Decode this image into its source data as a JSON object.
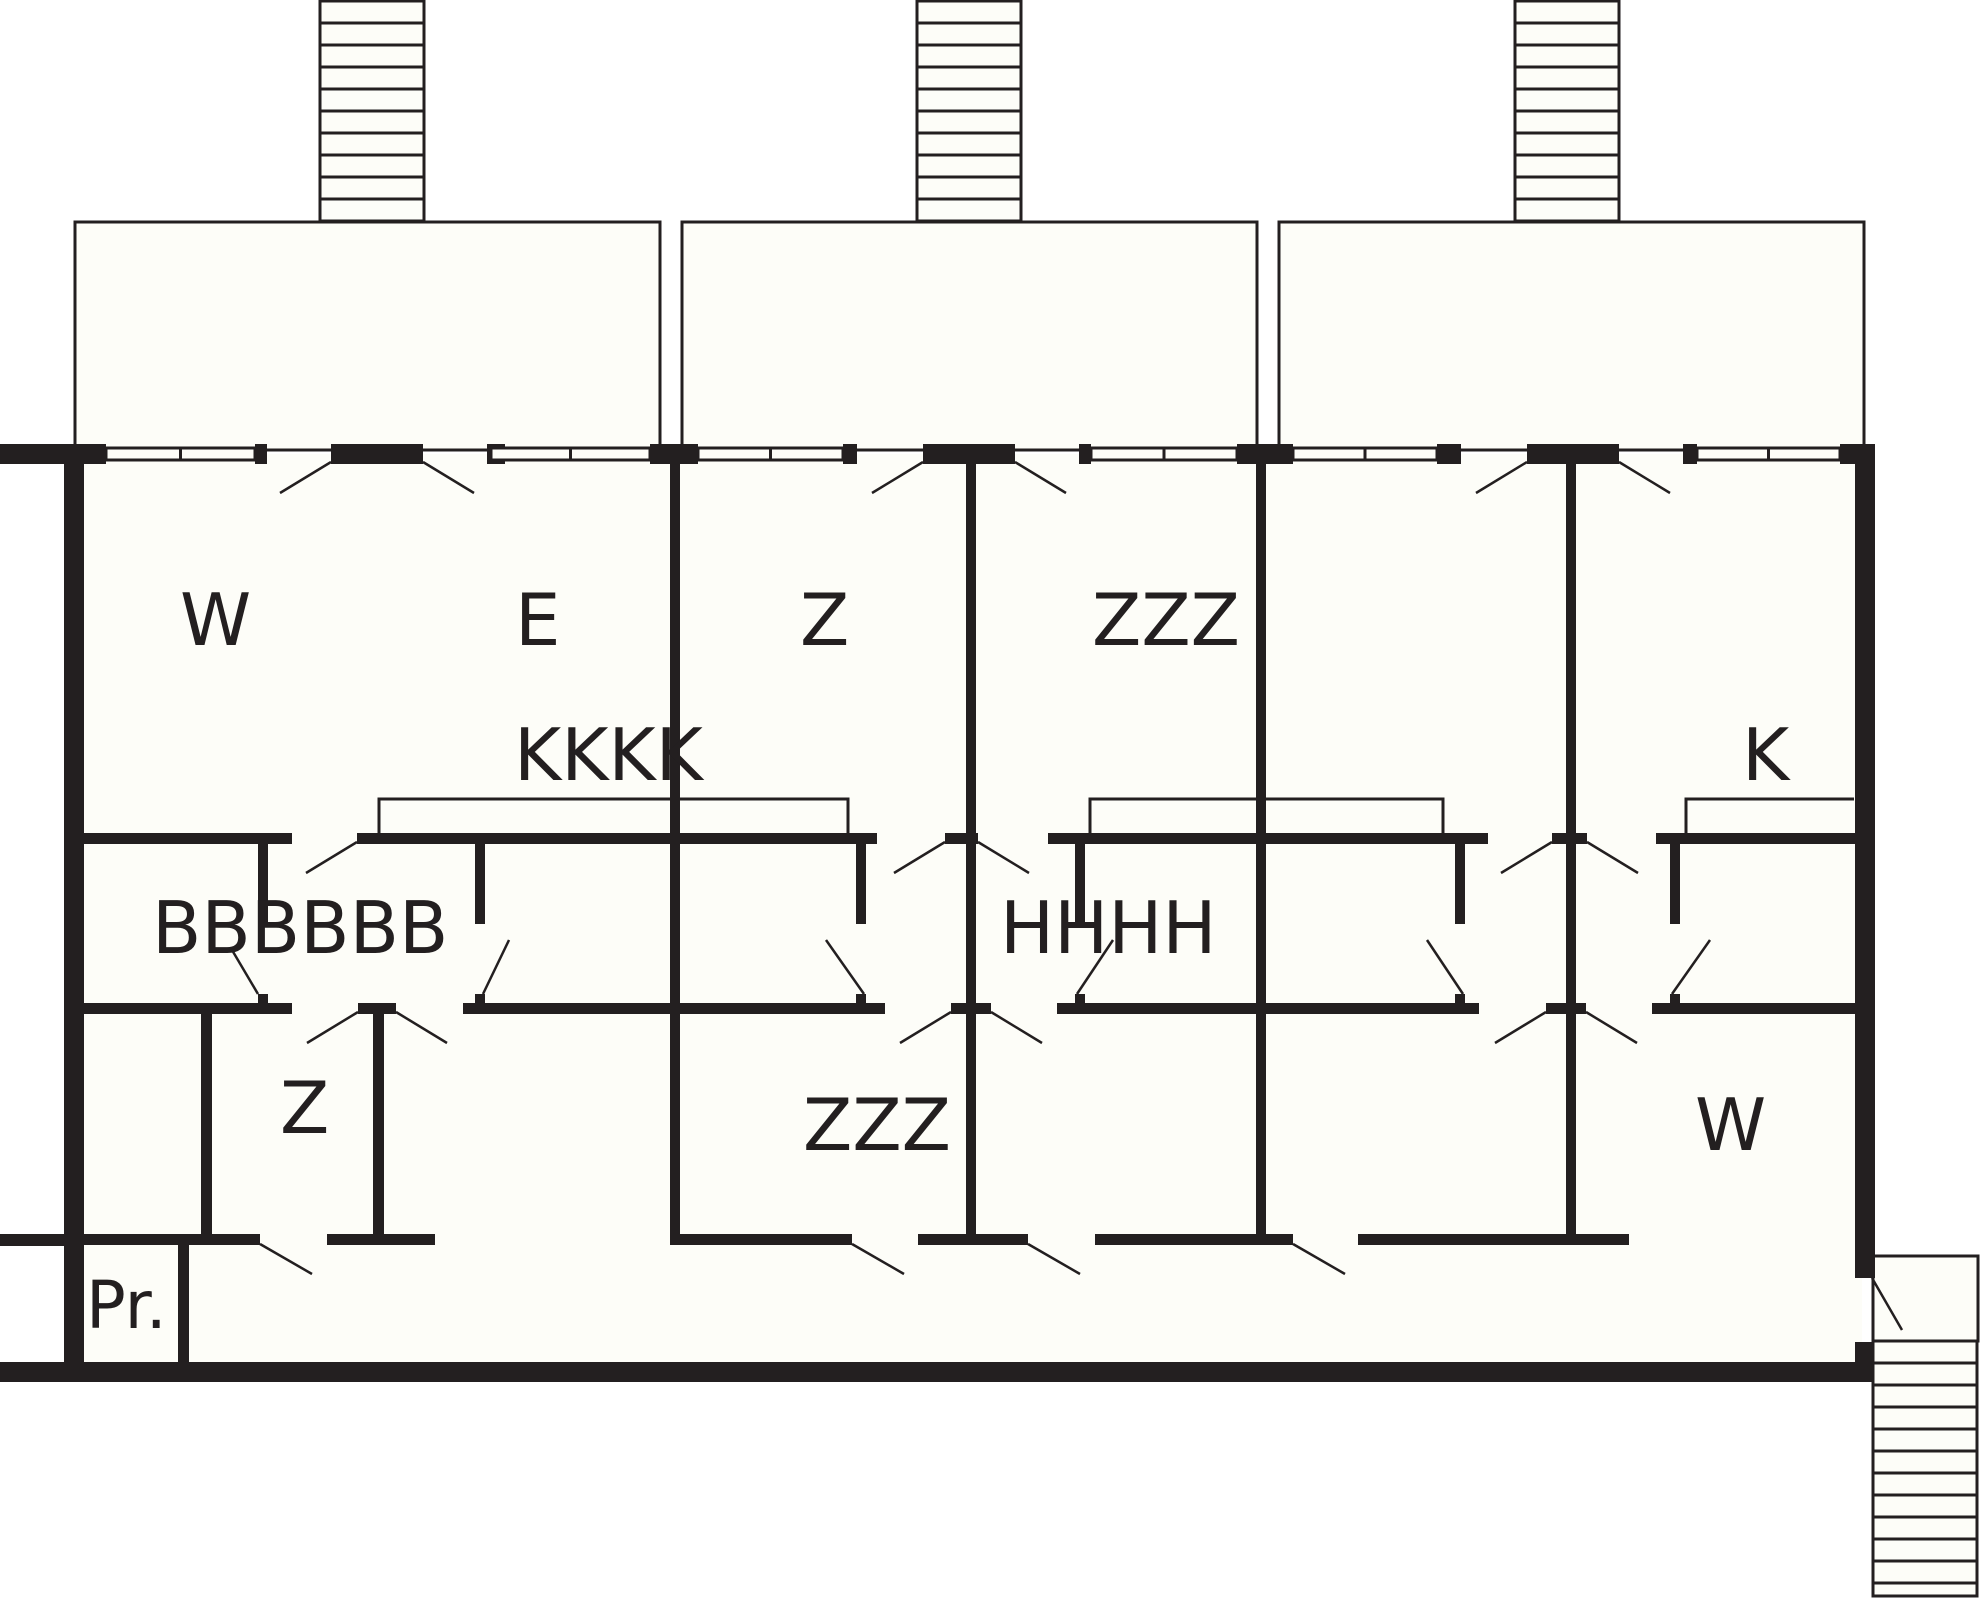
{
  "room_labels": {
    "w_top_left": "W",
    "e_top": "E",
    "z_top": "Z",
    "zzz_top": "ZZZ",
    "kkkk": "KKKK",
    "k_right": "K",
    "bbbbbb": "BBBBBB",
    "hhhh": "HHHH",
    "z_bottom_left": "Z",
    "zzz_bottom": "ZZZ",
    "w_bottom_right": "W",
    "pr": "Pr."
  },
  "colors": {
    "wall": "#231f20",
    "floor": "#fdfdf8",
    "background": "#ffffff"
  }
}
